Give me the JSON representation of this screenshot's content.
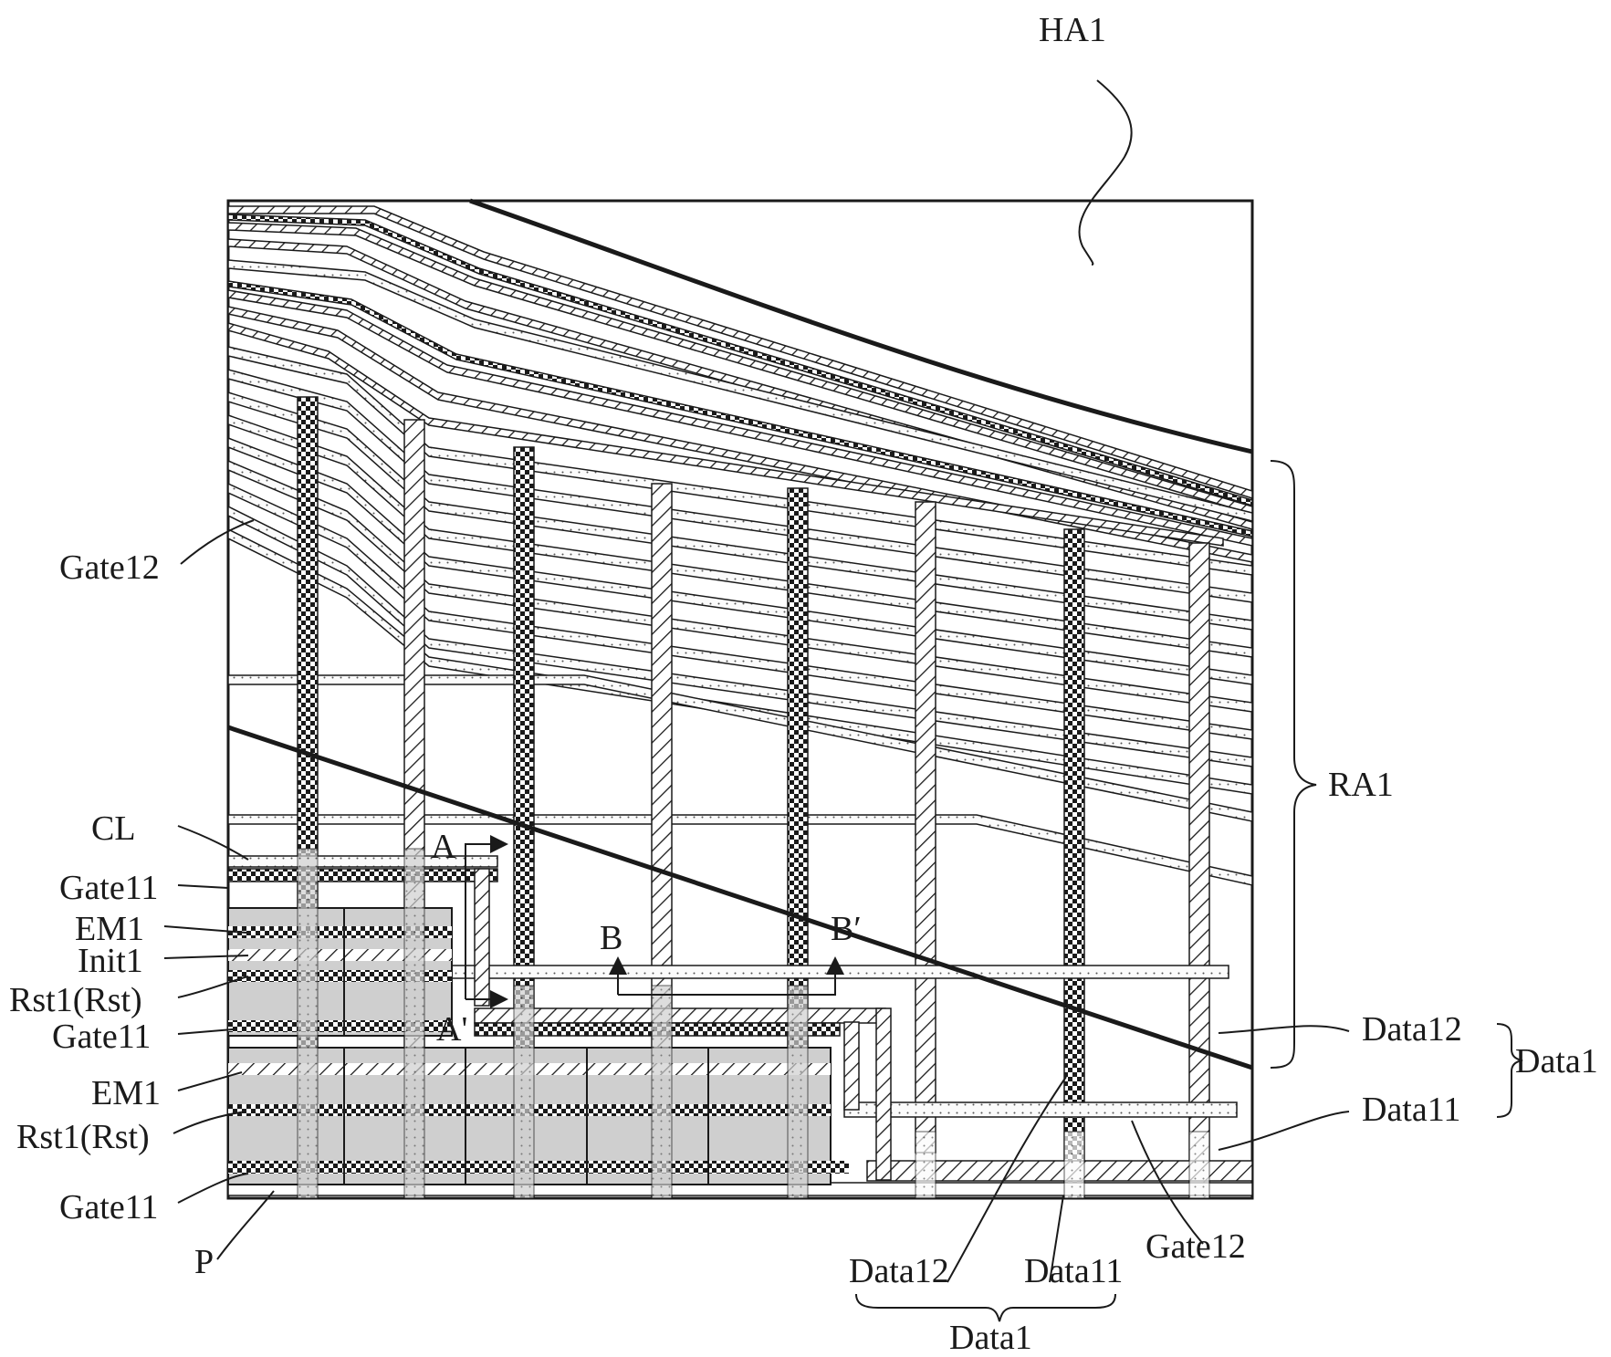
{
  "figure": {
    "labels": {
      "ha1": "HA1",
      "ra1": "RA1",
      "gate12_top": "Gate12",
      "cl": "CL",
      "gate11_a": "Gate11",
      "em1_a": "EM1",
      "init1": "Init1",
      "rst1_a": "Rst1(Rst)",
      "gate11_b": "Gate11",
      "em1_b": "EM1",
      "rst1_b": "Rst1(Rst)",
      "gate11_c": "Gate11",
      "p": "P",
      "a": "A",
      "a_prime": "A'",
      "b": "B",
      "b_prime": "B′",
      "data12_right": "Data12",
      "data11_right": "Data11",
      "data1_right": "Data1",
      "data12_bottom": "Data12",
      "data11_bottom": "Data11",
      "gate12_bottom": "Gate12",
      "data1_bottom": "Data1"
    },
    "colors": {
      "line": "#1a1a1a",
      "pixel_fill": "#cfcfcf",
      "dotted_fill": "#fbfbfb",
      "background": "#ffffff"
    }
  }
}
